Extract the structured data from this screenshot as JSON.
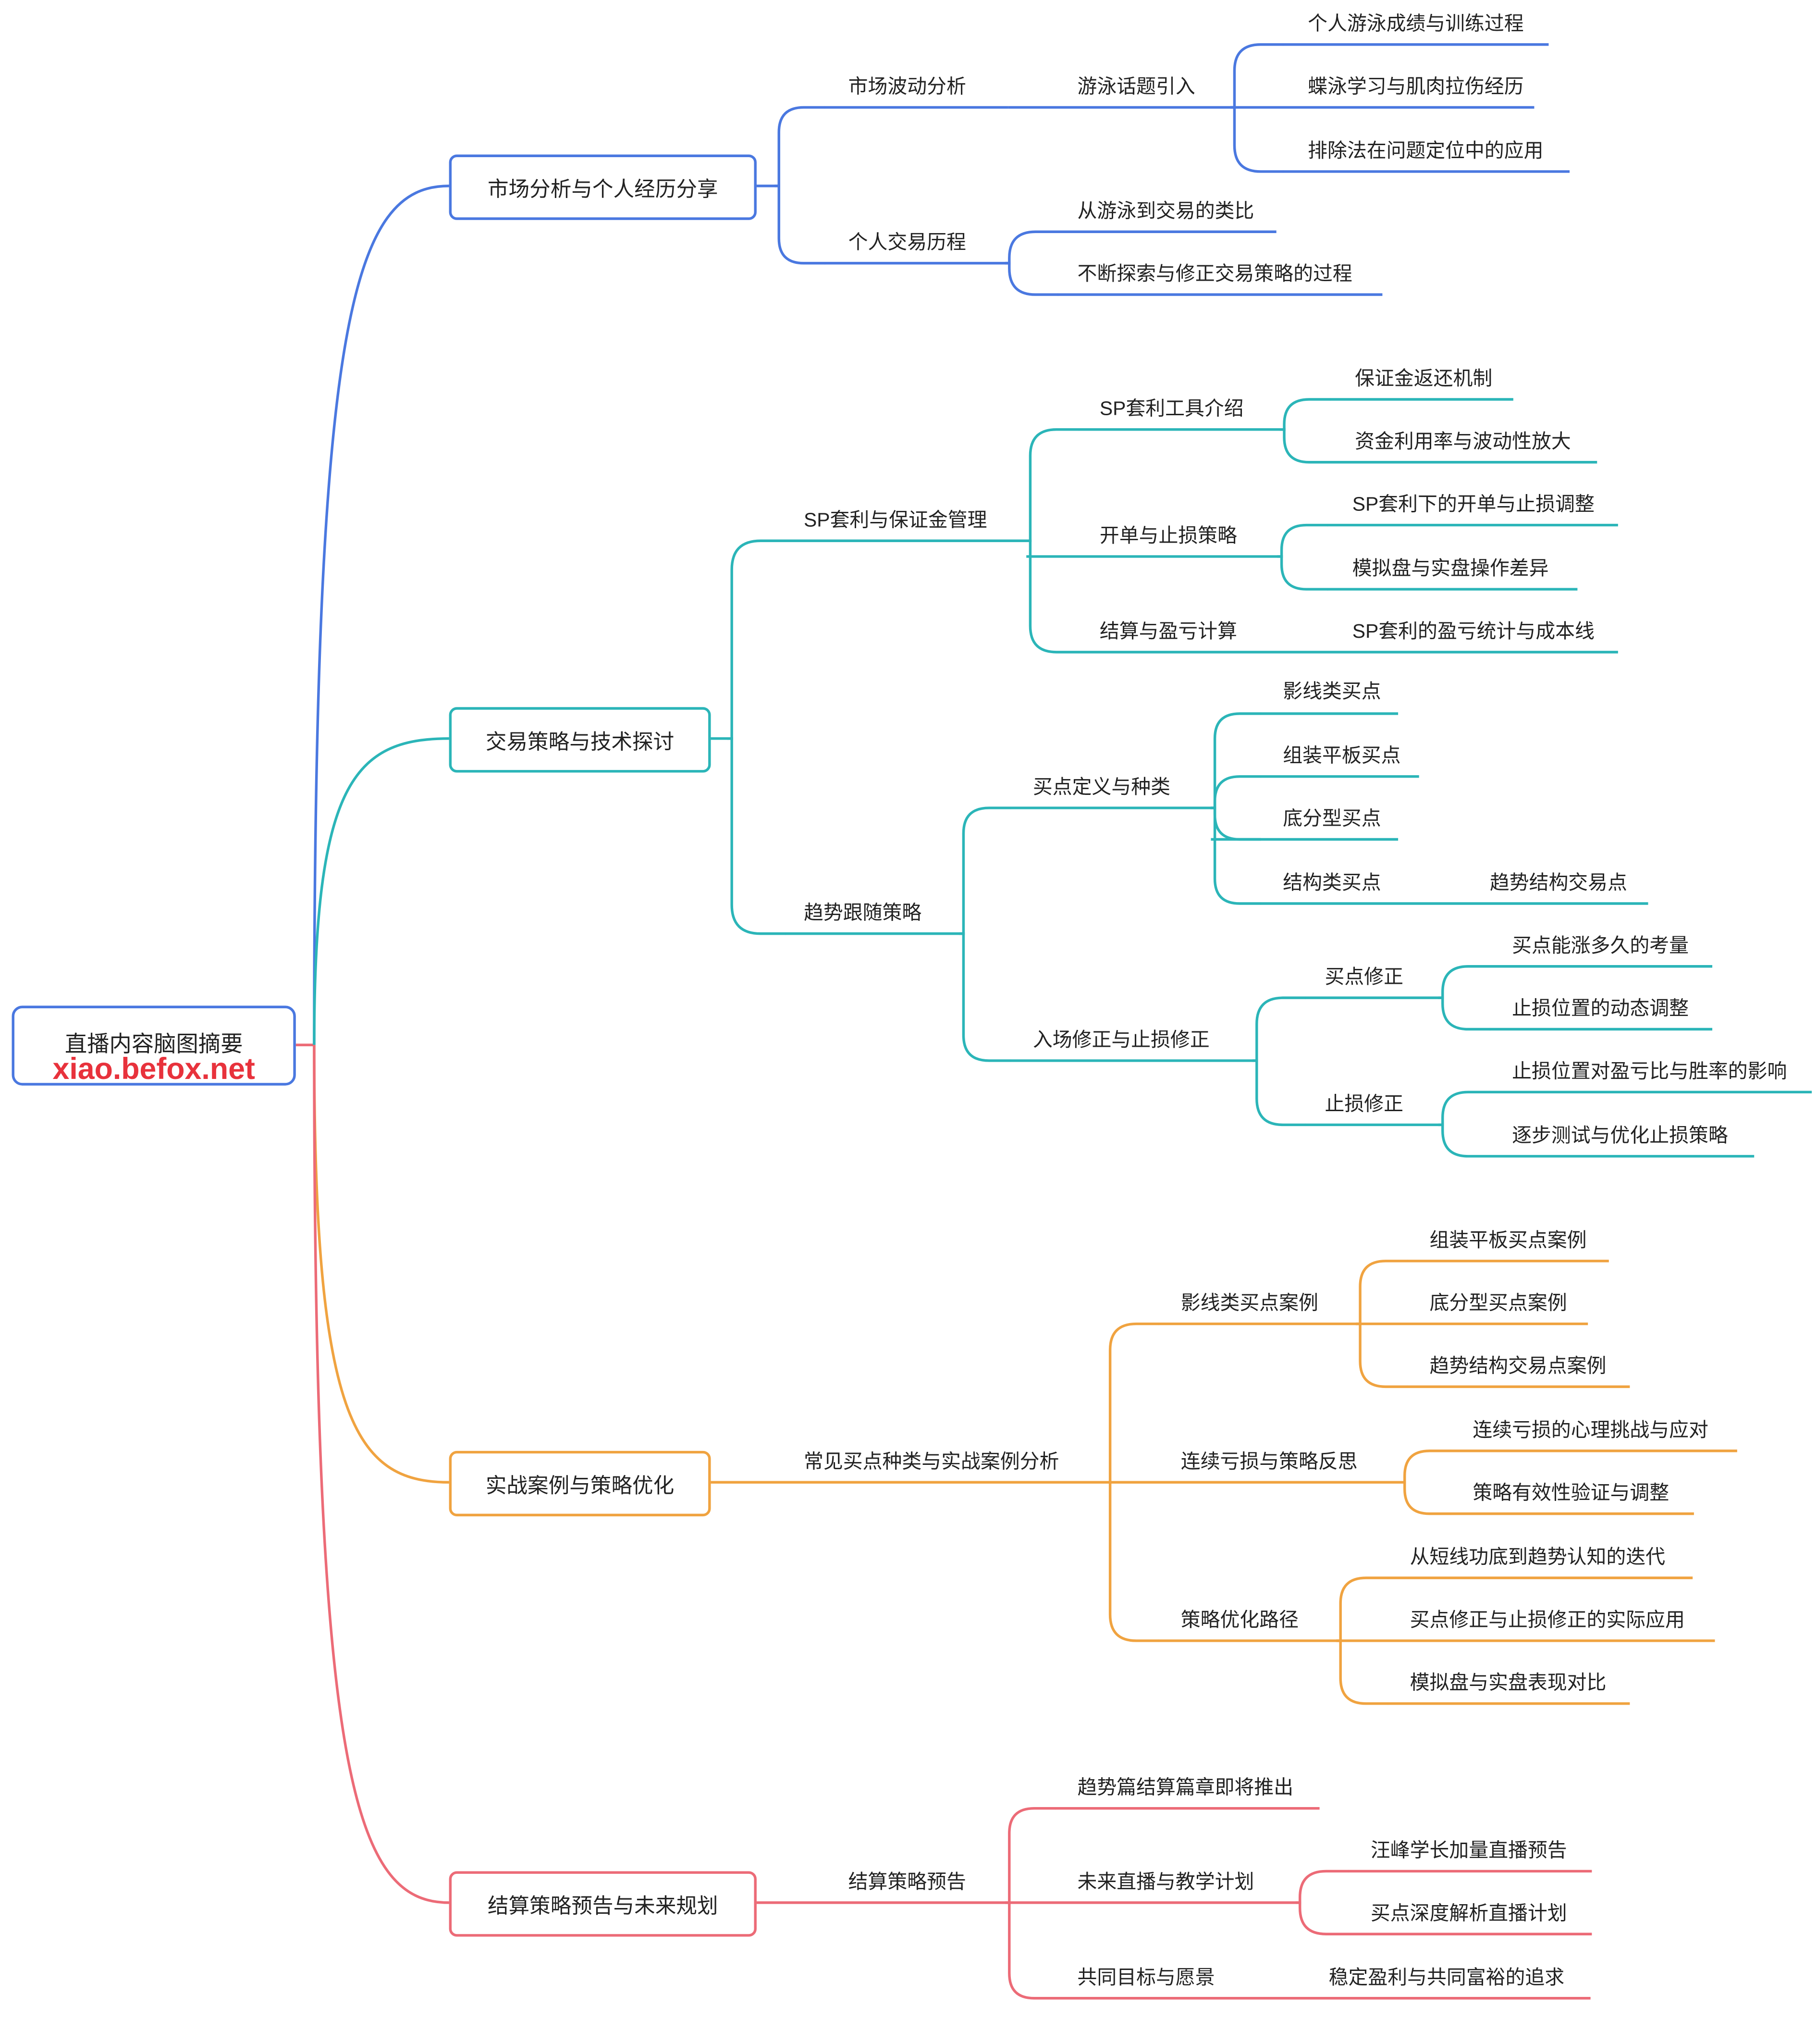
{
  "root": {
    "title": "直播内容脑图摘要",
    "watermark": "xiao.befox.net"
  },
  "colors": {
    "blue": "#4a78e0",
    "teal": "#2bb5b8",
    "orange": "#f0a340",
    "red": "#ec6b77"
  },
  "branches": [
    {
      "label": "市场分析与个人经历分享",
      "children": [
        {
          "label": "市场波动分析",
          "children": [
            {
              "label": "游泳话题引入",
              "children": [
                "个人游泳成绩与训练过程",
                "蝶泳学习与肌肉拉伤经历",
                "排除法在问题定位中的应用"
              ]
            }
          ]
        },
        {
          "label": "个人交易历程",
          "children": [
            "从游泳到交易的类比",
            "不断探索与修正交易策略的过程"
          ]
        }
      ]
    },
    {
      "label": "交易策略与技术探讨",
      "children": [
        {
          "label": "SP套利与保证金管理",
          "children": [
            {
              "label": "SP套利工具介绍",
              "children": [
                "保证金返还机制",
                "资金利用率与波动性放大"
              ]
            },
            {
              "label": "开单与止损策略",
              "children": [
                "SP套利下的开单与止损调整",
                "模拟盘与实盘操作差异"
              ]
            },
            {
              "label": "结算与盈亏计算",
              "children": [
                "SP套利的盈亏统计与成本线"
              ]
            }
          ]
        },
        {
          "label": "趋势跟随策略",
          "children": [
            {
              "label": "买点定义与种类",
              "children": [
                "影线类买点",
                "组装平板买点",
                "底分型买点",
                {
                  "label": "结构类买点",
                  "children": [
                    "趋势结构交易点"
                  ]
                }
              ]
            },
            {
              "label": "入场修正与止损修正",
              "children": [
                {
                  "label": "买点修正",
                  "children": [
                    "买点能涨多久的考量",
                    "止损位置的动态调整"
                  ]
                },
                {
                  "label": "止损修正",
                  "children": [
                    "止损位置对盈亏比与胜率的影响",
                    "逐步测试与优化止损策略"
                  ]
                }
              ]
            }
          ]
        }
      ]
    },
    {
      "label": "实战案例与策略优化",
      "children": [
        {
          "label": "常见买点种类与实战案例分析",
          "children": [
            {
              "label": "影线类买点案例",
              "children": [
                "组装平板买点案例",
                "底分型买点案例",
                "趋势结构交易点案例"
              ]
            },
            {
              "label": "连续亏损与策略反思",
              "children": [
                "连续亏损的心理挑战与应对",
                "策略有效性验证与调整"
              ]
            },
            {
              "label": "策略优化路径",
              "children": [
                "从短线功底到趋势认知的迭代",
                "买点修正与止损修正的实际应用",
                "模拟盘与实盘表现对比"
              ]
            }
          ]
        }
      ]
    },
    {
      "label": "结算策略预告与未来规划",
      "children": [
        {
          "label": "结算策略预告",
          "children": [
            "趋势篇结算篇章即将推出",
            {
              "label": "未来直播与教学计划",
              "children": [
                "汪峰学长加量直播预告",
                "买点深度解析直播计划"
              ]
            },
            {
              "label": "共同目标与愿景",
              "children": [
                "稳定盈利与共同富裕的追求"
              ]
            }
          ]
        }
      ]
    }
  ]
}
